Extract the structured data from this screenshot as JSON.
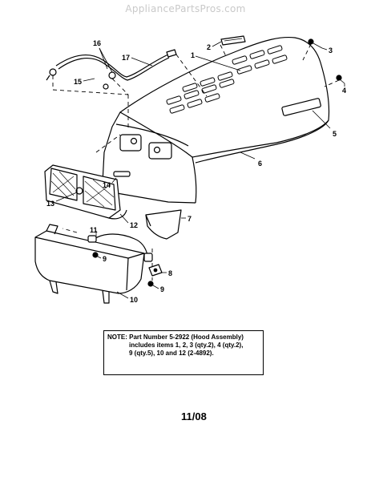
{
  "watermark": "AppliancePartsPros.com",
  "callouts": {
    "c1": "1",
    "c2": "2",
    "c3": "3",
    "c4": "4",
    "c5": "5",
    "c6": "6",
    "c7": "7",
    "c8": "8",
    "c9a": "9",
    "c9b": "9",
    "c10": "10",
    "c11": "11",
    "c12": "12",
    "c13": "13",
    "c14": "14",
    "c15": "15",
    "c16": "16",
    "c17": "17"
  },
  "note": {
    "line1": "NOTE: Part Number 5-2922 (Hood Assembly)",
    "line2": "includes items 1, 2, 3 (qty.2), 4 (qty.2),",
    "line3": "9 (qty.5), 10 and 12 (2-4892)."
  },
  "date_code": "11/08"
}
